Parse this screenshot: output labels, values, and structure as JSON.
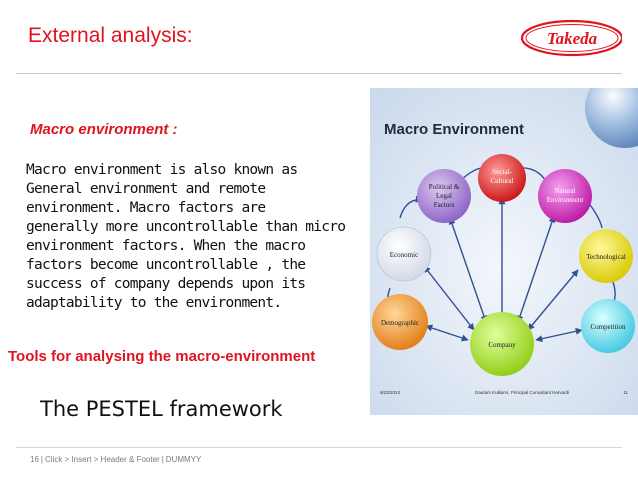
{
  "slide": {
    "title": "External analysis:",
    "logo_text": "Takeda",
    "section_heading": "Macro environment :",
    "body_lines": [
      "Macro environment is also known as",
      "General environment and remote",
      "environment. Macro factors are",
      "generally more uncontrollable than micro",
      "environment factors. When the macro",
      "factors become uncontrollable , the",
      "success of company depends upon its",
      "adaptability to the environment."
    ],
    "tools_heading": "Tools for analysing the macro-environment",
    "pestel": "The PESTEL framework"
  },
  "diagram": {
    "title": "Macro Environment",
    "nodes": {
      "social": [
        "Social-",
        "Cultural"
      ],
      "political": [
        "Political &",
        "Legal",
        "Factors"
      ],
      "natural": [
        "Natural",
        "Environment"
      ],
      "economic": [
        "Economic"
      ],
      "technological": [
        "Technological"
      ],
      "demographic": [
        "Demographic"
      ],
      "competition": [
        "Competition"
      ],
      "company": [
        "Company"
      ]
    },
    "footer_left": "9/23/2013",
    "footer_center": "Gautam Kulkarni, Principal Consultant Harvardi",
    "footer_right": "11"
  },
  "footer": {
    "page": "16",
    "text": "Click > Insert > Header & Footer",
    "tag": "DUMMYY"
  },
  "colors": {
    "accent_red": "#e0141e",
    "diagram_bg": "#dfe8f4"
  }
}
